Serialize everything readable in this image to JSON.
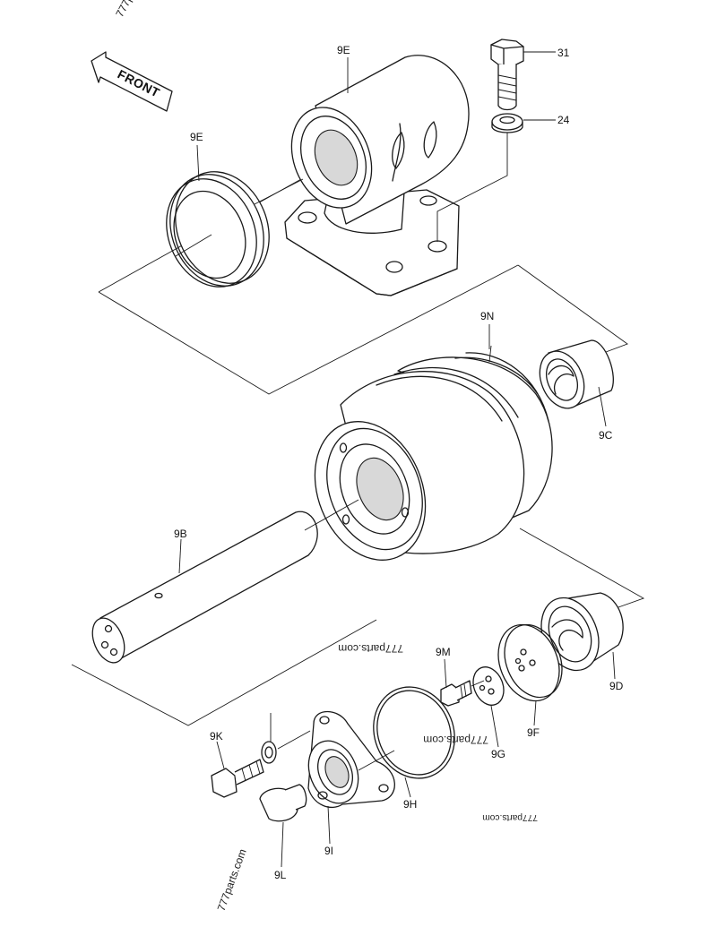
{
  "front_arrow": {
    "text": "FRONT"
  },
  "watermarks": [
    "777parts.com",
    "777parts.com",
    "777parts.com",
    "777parts.com",
    "777p"
  ],
  "callouts": {
    "l_9E_top": "9E",
    "l_9E_left": "9E",
    "l_31": "31",
    "l_24": "24",
    "l_9N": "9N",
    "l_9C": "9C",
    "l_9B": "9B",
    "l_9M": "9M",
    "l_9D": "9D",
    "l_9F": "9F",
    "l_9G": "9G",
    "l_9K": "9K",
    "l_9H": "9H",
    "l_9I": "9I",
    "l_9L": "9L"
  }
}
